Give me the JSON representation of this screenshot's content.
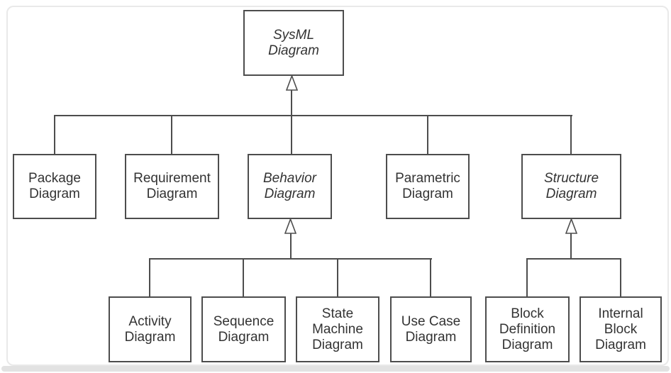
{
  "taxonomy": {
    "root": {
      "label": "SysML\nDiagram",
      "abstract": true
    },
    "children": [
      {
        "label": "Package\nDiagram",
        "abstract": false
      },
      {
        "label": "Requirement\nDiagram",
        "abstract": false
      },
      {
        "label": "Behavior\nDiagram",
        "abstract": true
      },
      {
        "label": "Parametric\nDiagram",
        "abstract": false
      },
      {
        "label": "Structure\nDiagram",
        "abstract": true
      }
    ],
    "behavior_children": [
      {
        "label": "Activity\nDiagram"
      },
      {
        "label": "Sequence\nDiagram"
      },
      {
        "label": "State\nMachine\nDiagram"
      },
      {
        "label": "Use Case\nDiagram"
      }
    ],
    "structure_children": [
      {
        "label": "Block\nDefinition\nDiagram"
      },
      {
        "label": "Internal\nBlock\nDiagram"
      }
    ]
  },
  "colors": {
    "line": "#4d4d4d",
    "text": "#333333",
    "box_background": "#ffffff",
    "frame_border": "#e9e9e9",
    "bottom_strip": "#e2e2e2",
    "page_background": "#ffffff"
  }
}
